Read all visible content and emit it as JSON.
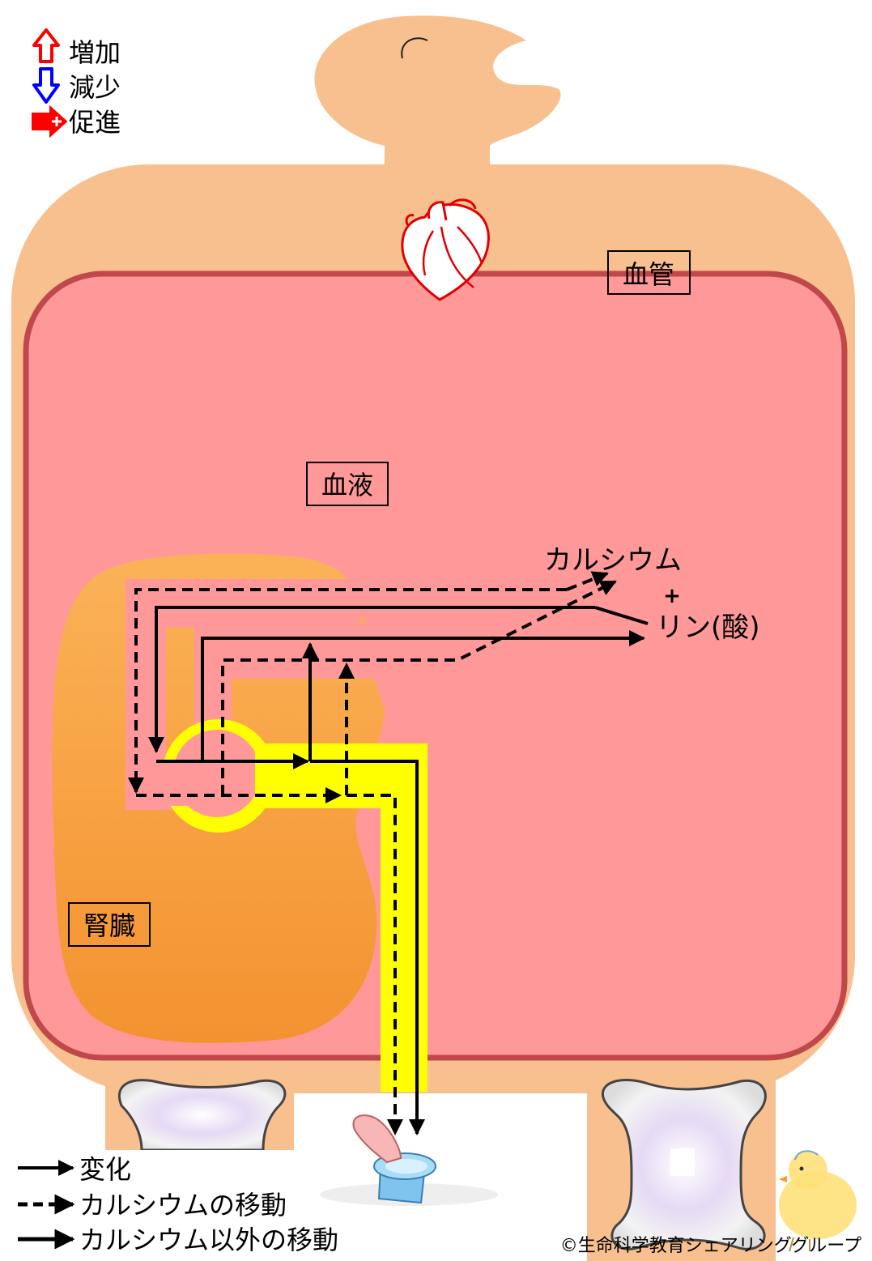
{
  "legend_top": {
    "increase": "増加",
    "decrease": "減少",
    "promote": "促進"
  },
  "labels": {
    "vessel": "血管",
    "blood": "血液",
    "kidney": "腎臓",
    "calcium": "カルシウム",
    "plus": "+",
    "phosphorus": "リン(酸)"
  },
  "legend_bottom": {
    "change": "変化",
    "calcium_move": "カルシウムの移動",
    "other_move": "カルシウム以外の移動"
  },
  "copyright": "©生命科学教育シェアリンググループ",
  "colors": {
    "skin": "#f8bf8f",
    "blood": "#ff9999",
    "vessel_wall": "#c0484a",
    "kidney": "#f7993a",
    "urine": "#ffff00",
    "increase": "#ff0000",
    "decrease": "#0000ff",
    "promote": "#ff0000"
  }
}
